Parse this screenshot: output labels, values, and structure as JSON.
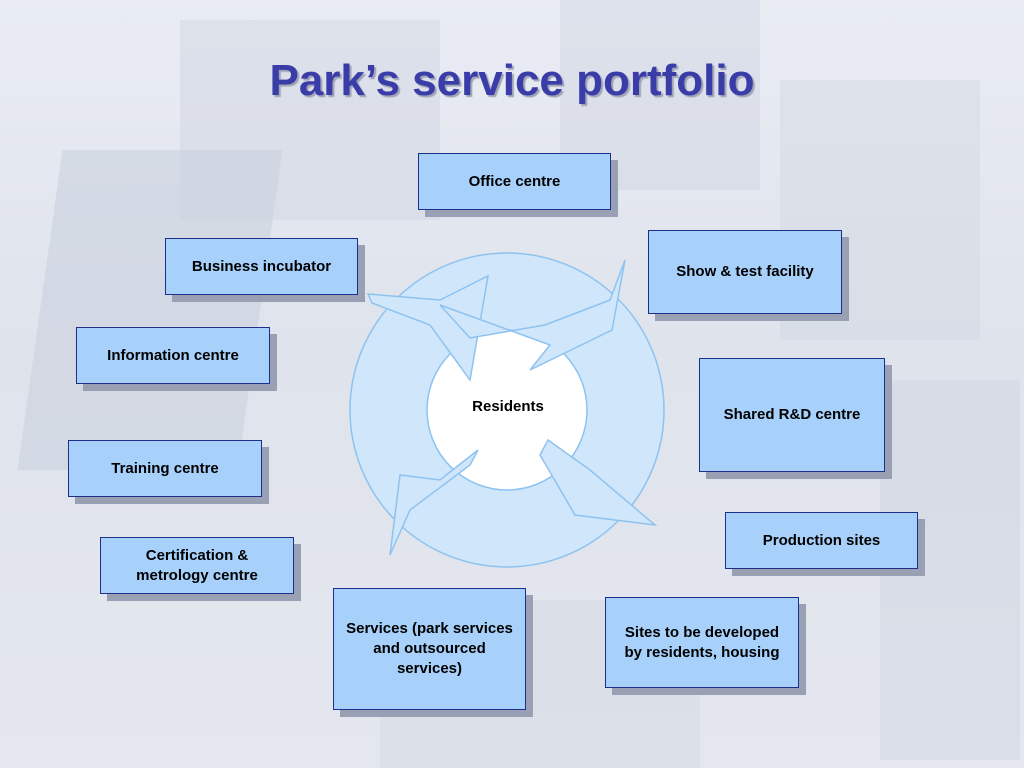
{
  "slide": {
    "title": "Park’s service portfolio",
    "center_label": "Residents"
  },
  "services": [
    {
      "id": "office",
      "label": "Office centre"
    },
    {
      "id": "incubator",
      "label": "Business incubator"
    },
    {
      "id": "show",
      "label": "Show & test facility"
    },
    {
      "id": "information",
      "label": "Information centre"
    },
    {
      "id": "rnd",
      "label": "Shared R&D centre"
    },
    {
      "id": "training",
      "label": "Training centre"
    },
    {
      "id": "production",
      "label": "Production sites"
    },
    {
      "id": "certification",
      "label": "Certification & metrology centre"
    },
    {
      "id": "services",
      "label": "Services (park services and outsourced services)"
    },
    {
      "id": "sites",
      "label": "Sites to be developed by residents, housing"
    }
  ],
  "colors": {
    "box_fill": "#a7d1fb",
    "box_border": "#1c2f8a",
    "title": "#3a3da8",
    "ring_fill": "#cfe6fb",
    "ring_stroke": "#8ec3f0"
  }
}
